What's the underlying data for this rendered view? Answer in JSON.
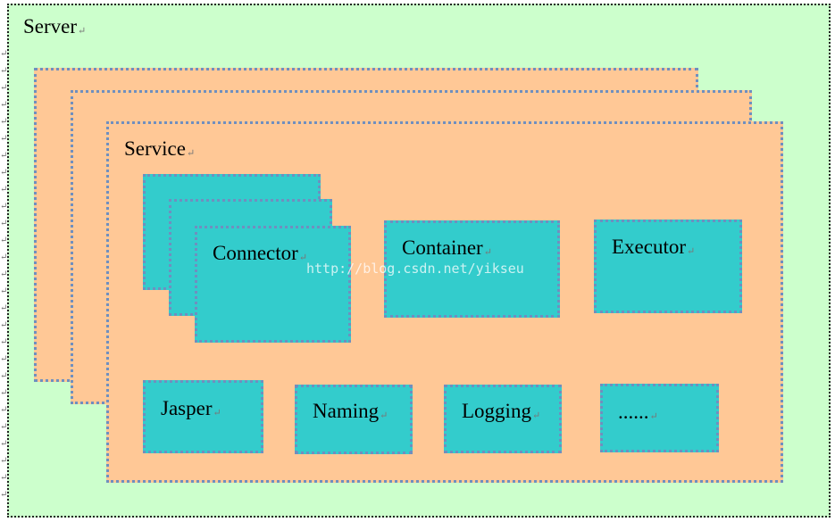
{
  "server": {
    "label": "Server"
  },
  "service": {
    "label": "Service"
  },
  "components": {
    "connector": "Connector",
    "container": "Container",
    "executor": "Executor",
    "jasper": "Jasper",
    "naming": "Naming",
    "logging": "Logging",
    "more": "......"
  },
  "paragraph_mark": "↵",
  "watermark": "http://blog.csdn.net/yikseu",
  "colors": {
    "server_fill": "#ccffcc",
    "service_fill": "#ffc896",
    "component_fill": "#33cccc",
    "dotted_border": "#6f8fbf"
  }
}
